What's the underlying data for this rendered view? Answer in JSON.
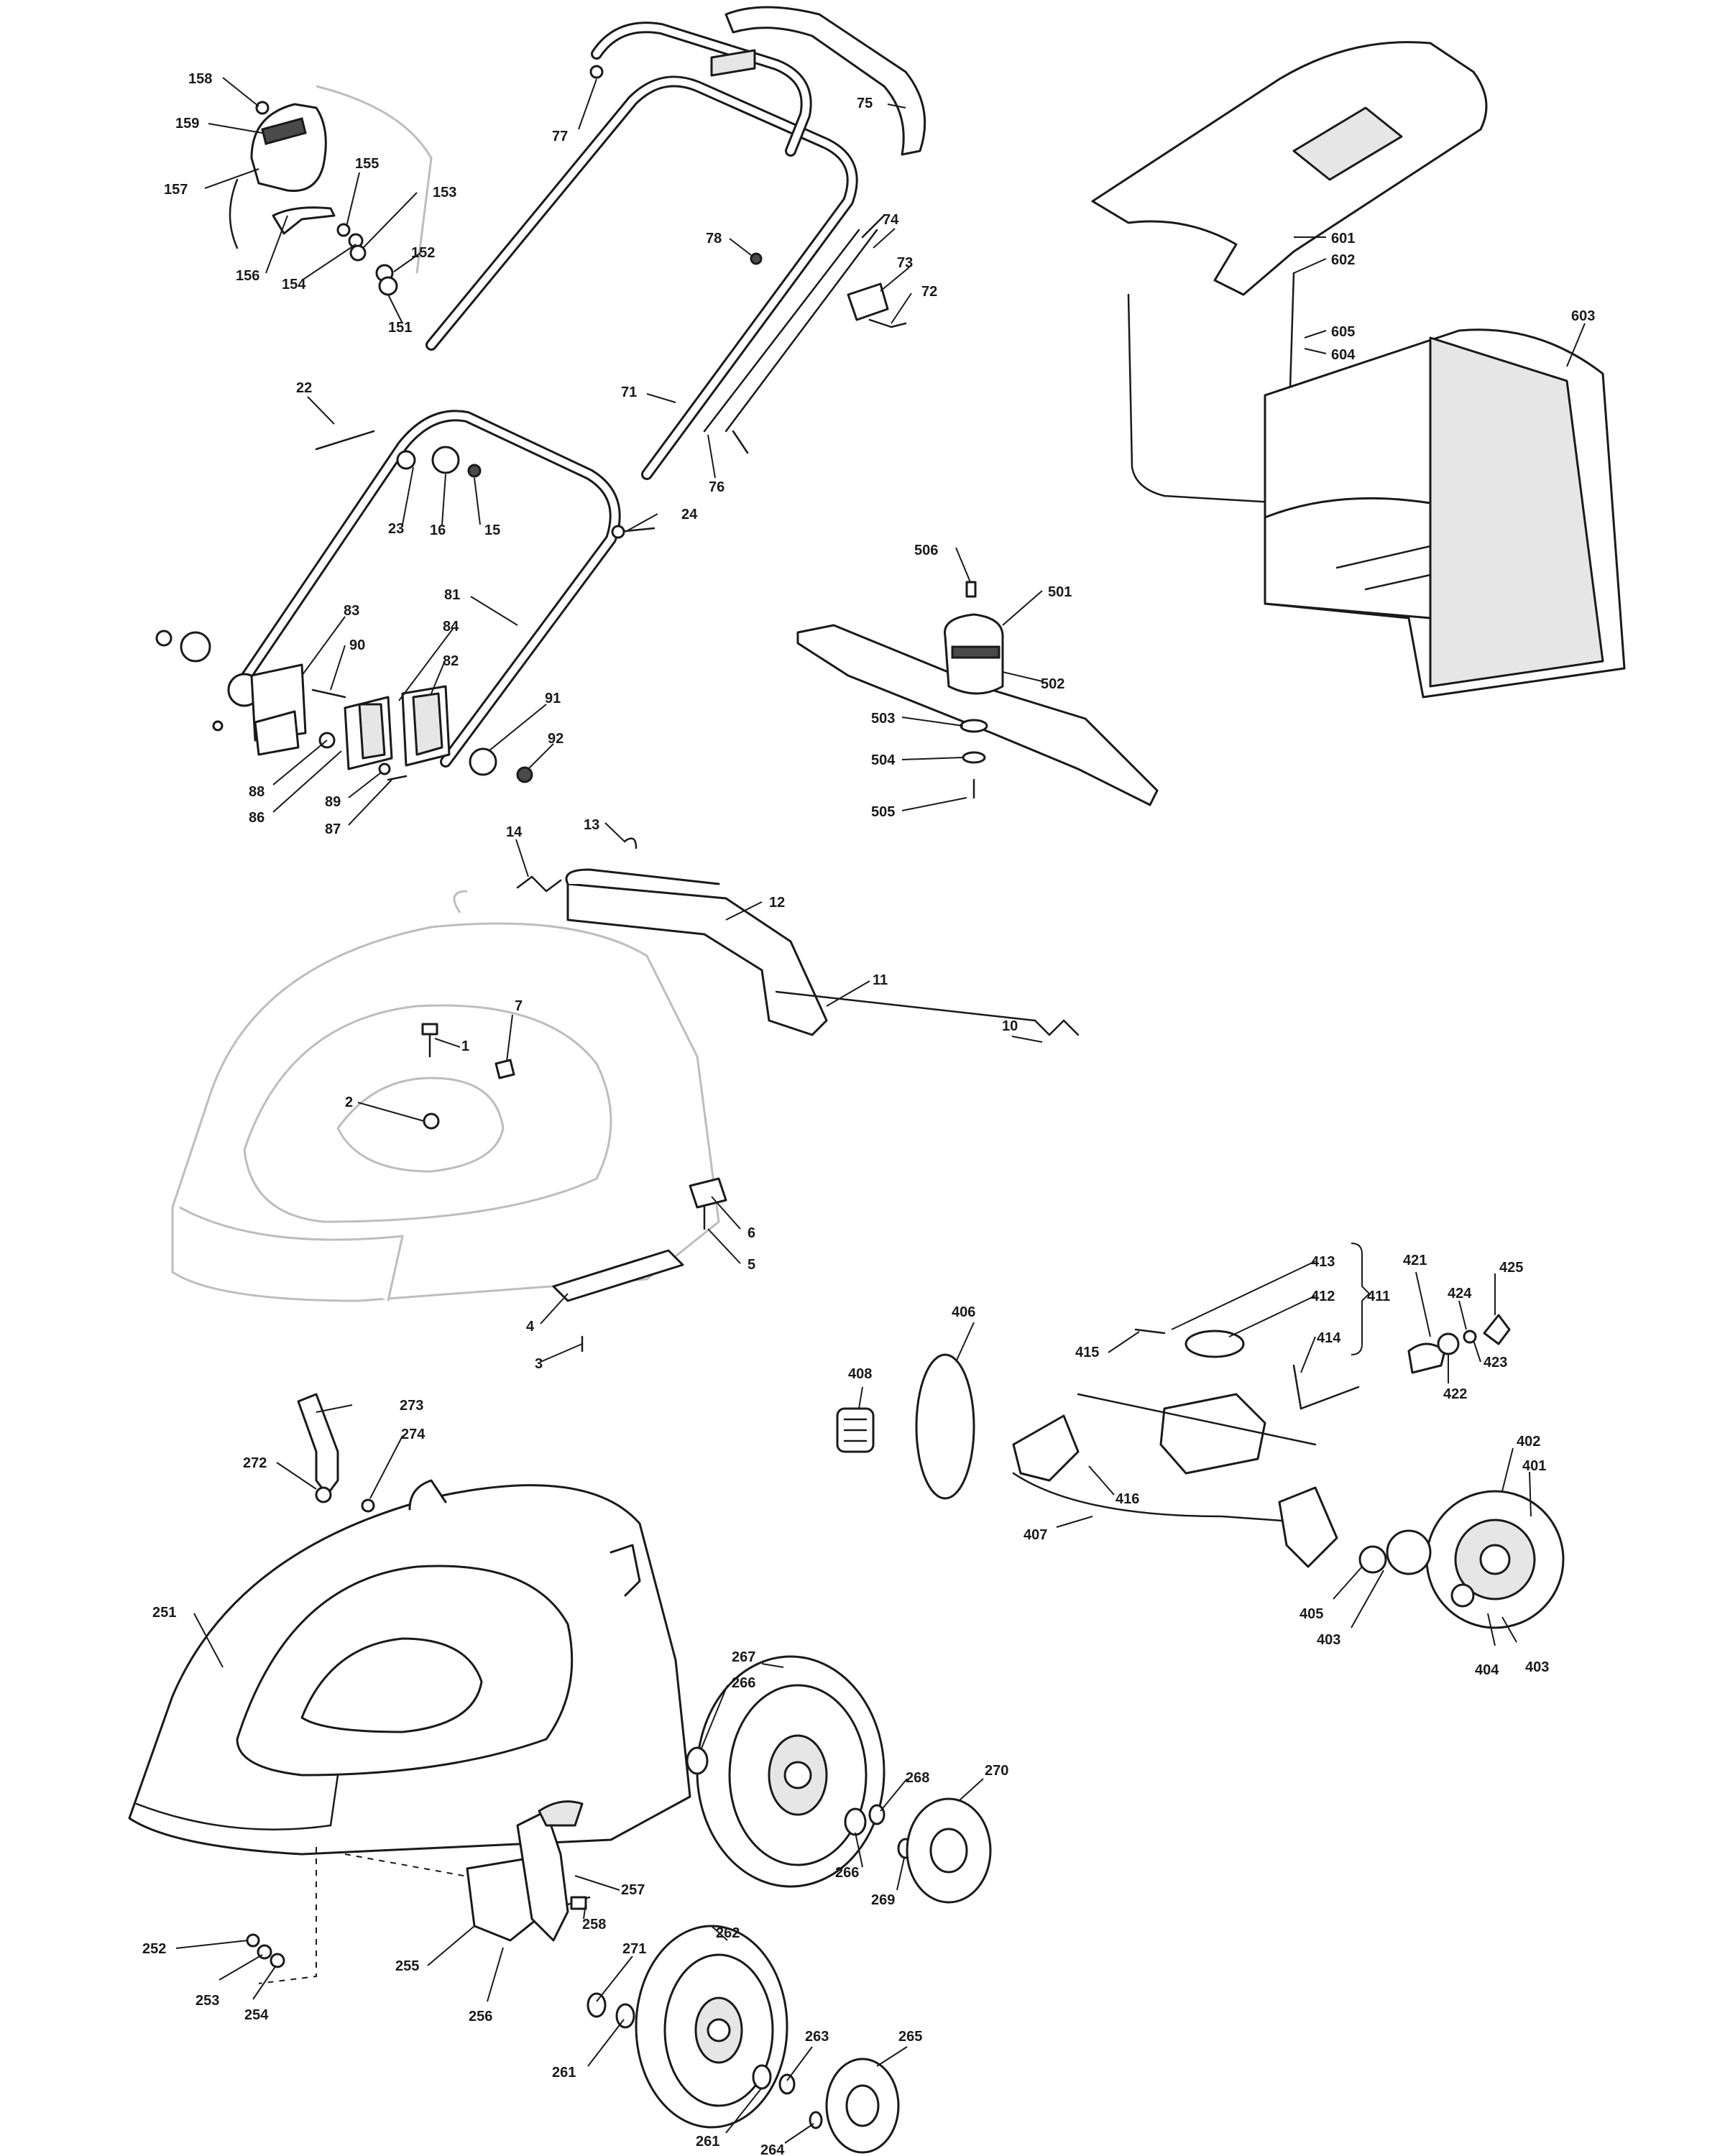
{
  "callouts": {
    "c158": "158",
    "c159": "159",
    "c157": "157",
    "c155": "155",
    "c153": "153",
    "c156": "156",
    "c154": "154",
    "c152": "152",
    "c151": "151",
    "c77": "77",
    "c75": "75",
    "c78": "78",
    "c74": "74",
    "c73": "73",
    "c72": "72",
    "c71": "71",
    "c76": "76",
    "c601": "601",
    "c602": "602",
    "c603": "603",
    "c605": "605",
    "c604": "604",
    "c22": "22",
    "c23": "23",
    "c16": "16",
    "c15": "15",
    "c24": "24",
    "c81": "81",
    "c83": "83",
    "c90": "90",
    "c84": "84",
    "c82": "82",
    "c91": "91",
    "c92": "92",
    "c88": "88",
    "c86": "86",
    "c89": "89",
    "c87": "87",
    "c506": "506",
    "c501": "501",
    "c502": "502",
    "c503": "503",
    "c504": "504",
    "c505": "505",
    "c14": "14",
    "c13": "13",
    "c12": "12",
    "c11": "11",
    "c10": "10",
    "c1": "1",
    "c7": "7",
    "c2": "2",
    "c6": "6",
    "c5": "5",
    "c4": "4",
    "c3": "3",
    "c413": "413",
    "c412": "412",
    "c411": "411",
    "c421": "421",
    "c425": "425",
    "c424": "424",
    "c406": "406",
    "c415": "415",
    "c414": "414",
    "c423": "423",
    "c422": "422",
    "c408": "408",
    "c416": "416",
    "c402": "402",
    "c401": "401",
    "c407": "407",
    "c405": "405",
    "c403a": "403",
    "c404": "404",
    "c403b": "403",
    "c273": "273",
    "c274": "274",
    "c272": "272",
    "c251": "251",
    "c267": "267",
    "c266a": "266",
    "c268": "268",
    "c270": "270",
    "c266b": "266",
    "c269": "269",
    "c257": "257",
    "c258": "258",
    "c252": "252",
    "c255": "255",
    "c253": "253",
    "c254": "254",
    "c256": "256",
    "c271": "271",
    "c262": "262",
    "c263": "263",
    "c265": "265",
    "c261a": "261",
    "c261b": "261",
    "c264": "264"
  }
}
